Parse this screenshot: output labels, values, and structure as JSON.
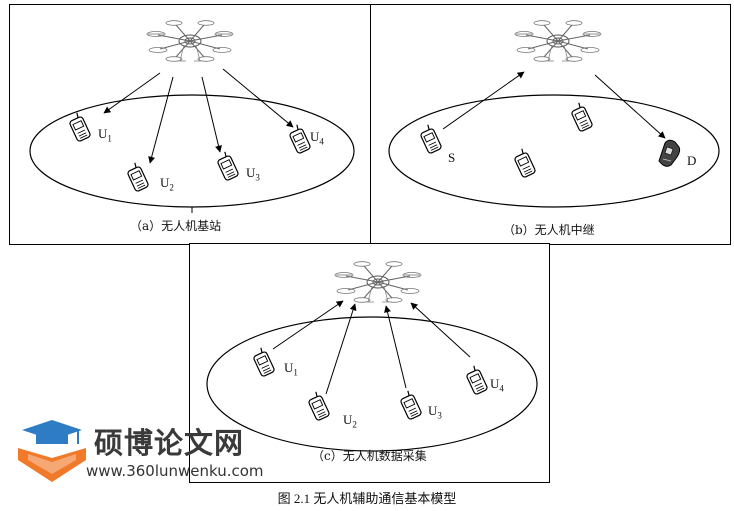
{
  "panels": {
    "a": {
      "caption": "（a）无人机基站",
      "labels": {
        "u1": "U",
        "u1_sub": "1",
        "u2": "U",
        "u2_sub": "2",
        "u3": "U",
        "u3_sub": "3",
        "u4": "U",
        "u4_sub": "4"
      }
    },
    "b": {
      "caption": "（b）无人机中继",
      "labels": {
        "s": "S",
        "d": "D"
      }
    },
    "c": {
      "caption": "（c）无人机数据采集",
      "labels": {
        "u1": "U",
        "u1_sub": "1",
        "u2": "U",
        "u2_sub": "2",
        "u3": "U",
        "u3_sub": "3",
        "u4": "U",
        "u4_sub": "4"
      }
    }
  },
  "figure_caption": "图 2.1  无人机辅助通信基本模型",
  "watermark": {
    "title": "硕博论文网",
    "url": "www.360lunwenku.com",
    "colors": {
      "orange": "#f07a2a",
      "blue": "#2e7cc4"
    }
  }
}
